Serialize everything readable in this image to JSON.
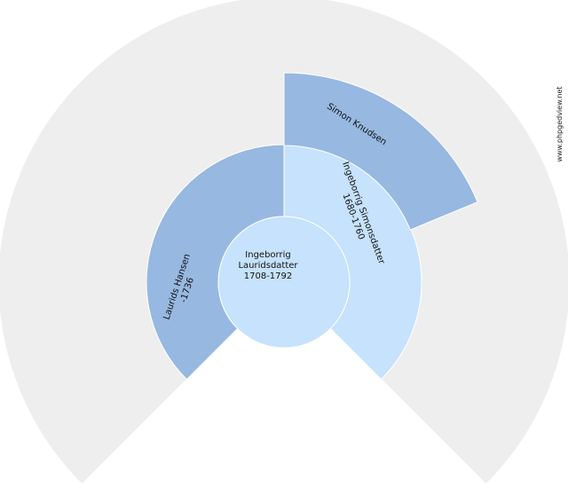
{
  "colors": {
    "outer_ring": "#eeeeee",
    "parent_ring": "#c6e2fc",
    "ancestor_fill": "#97b8e0",
    "root_fill": "#c6e2fc",
    "text": "#111111"
  },
  "root": {
    "lines": [
      "Ingeborrig",
      "Lauridsdatter",
      "1708-1792"
    ]
  },
  "father": {
    "lines": [
      "Laurids Hansen",
      "-1736"
    ]
  },
  "mother": {
    "lines": [
      "Ingeborrig Simonsdatter",
      "1680-1760"
    ]
  },
  "maternal_grandfather": {
    "lines": [
      "Simon Knudsen"
    ]
  },
  "watermark": "www.phpgedview.net"
}
